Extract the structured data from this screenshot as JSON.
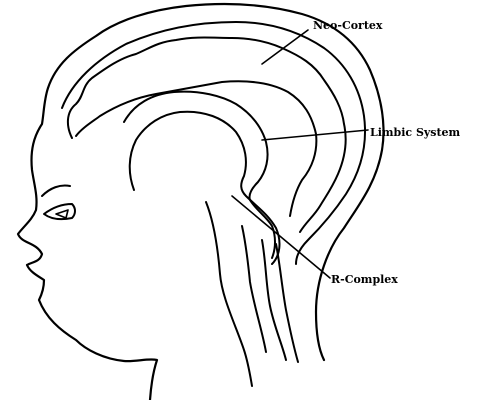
{
  "diagram": {
    "labels": {
      "neo_cortex": "Neo-Cortex",
      "limbic_system": "Limbic System",
      "r_complex": "R-Complex"
    }
  },
  "colors": {
    "ink": "#000000",
    "background": "#ffffff"
  }
}
